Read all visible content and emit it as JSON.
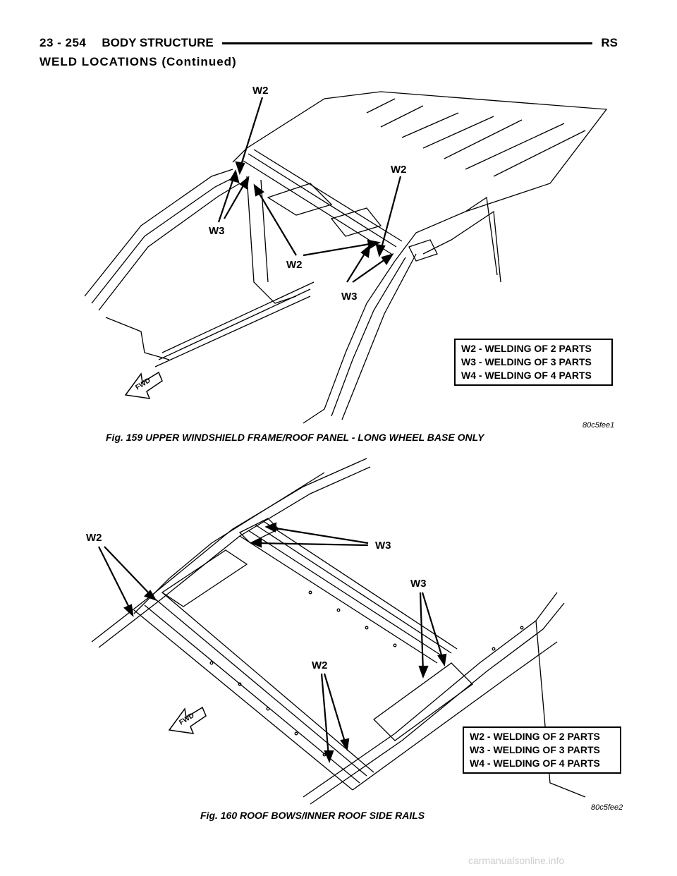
{
  "header": {
    "page_number": "23 - 254",
    "section_title": "BODY STRUCTURE",
    "model_code": "RS"
  },
  "subheading": "WELD LOCATIONS (Continued)",
  "figure1": {
    "caption": "Fig. 159 UPPER WINDSHIELD FRAME/ROOF PANEL - LONG WHEEL BASE ONLY",
    "figure_id": "80c5fee1",
    "callouts": [
      "W2",
      "W2",
      "W3",
      "W2",
      "W3"
    ],
    "fwd_label": "FWD",
    "legend": [
      "W2 - WELDING OF 2 PARTS",
      "W3 - WELDING OF 3 PARTS",
      "W4 - WELDING OF 4 PARTS"
    ]
  },
  "figure2": {
    "caption": "Fig. 160 ROOF BOWS/INNER ROOF SIDE RAILS",
    "figure_id": "80c5fee2",
    "callouts": [
      "W2",
      "W3",
      "W3",
      "W2"
    ],
    "fwd_label": "FWD",
    "legend": [
      "W2 - WELDING OF 2 PARTS",
      "W3 - WELDING OF 3 PARTS",
      "W4 - WELDING OF 4 PARTS"
    ]
  },
  "watermark": "carmanualsonline.info"
}
